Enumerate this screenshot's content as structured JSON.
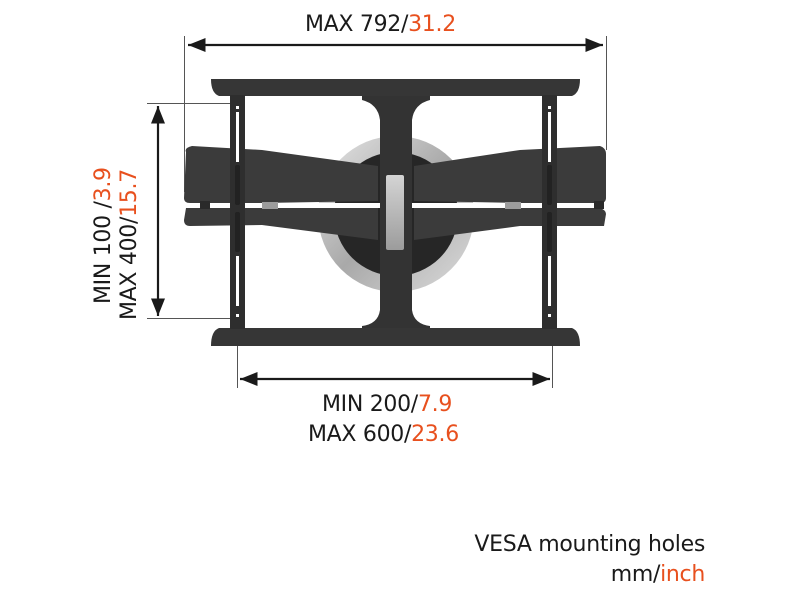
{
  "diagram": {
    "title": "TV wall mount dimension diagram",
    "colors": {
      "text": "#1a1a1a",
      "accent": "#e8501e",
      "mount": "#3a3a3a",
      "mount_dark": "#2b2b2b",
      "steel": "#c8c8c8",
      "dim_line": "#1a1a1a"
    },
    "overall_width": {
      "prefix": "MAX 792/",
      "inch": "31.2"
    },
    "vertical_vesa": {
      "min_prefix": "MIN 100 /",
      "min_inch": "3.9",
      "max_prefix": "MAX 400/",
      "max_inch": "15.7"
    },
    "horizontal_vesa": {
      "min_prefix": "MIN 200/",
      "min_inch": "7.9",
      "max_prefix": "MAX 600/",
      "max_inch": "23.6"
    },
    "caption": {
      "line1": "VESA mounting holes",
      "unit_mm": "mm/",
      "unit_inch": "inch"
    }
  }
}
